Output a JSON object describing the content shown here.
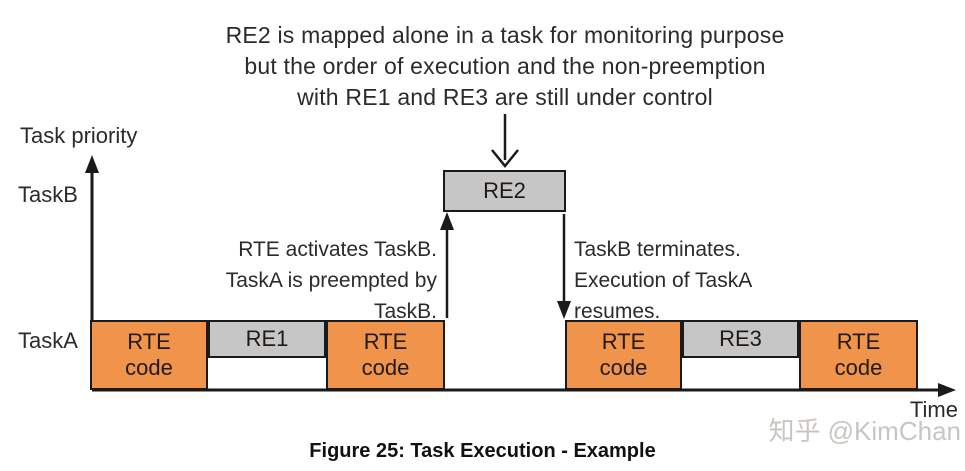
{
  "note": {
    "lines": [
      "RE2 is mapped alone in a task for monitoring purpose",
      "but the order of execution and the non-preemption",
      "with RE1 and RE3 are still under control"
    ]
  },
  "axis": {
    "y_label": "Task priority",
    "x_label": "Time"
  },
  "rows": {
    "task_b_label": "TaskB",
    "task_a_label": "TaskA"
  },
  "task_b_segment": {
    "label": "RE2"
  },
  "task_a_segments": [
    {
      "label": "RTE\ncode"
    },
    {
      "label": "RE1"
    },
    {
      "label": "RTE\ncode"
    },
    {
      "label": "RTE\ncode"
    },
    {
      "label": "RE3"
    },
    {
      "label": "RTE\ncode"
    }
  ],
  "annotations": {
    "activate": {
      "lines": [
        "RTE activates TaskB.",
        "TaskA is preempted by",
        "TaskB."
      ]
    },
    "terminate": {
      "lines": [
        "TaskB terminates.",
        "Execution of TaskA",
        "resumes."
      ]
    }
  },
  "caption": "Figure 25: Task Execution - Example",
  "watermark": "知乎 @KimChan",
  "colors": {
    "rte_box_orange": "#F0944C",
    "runnable_box_gray": "#C6C6C6",
    "line_and_border": "#1A1A1A",
    "watermark_gray": "#C9C5C1"
  }
}
